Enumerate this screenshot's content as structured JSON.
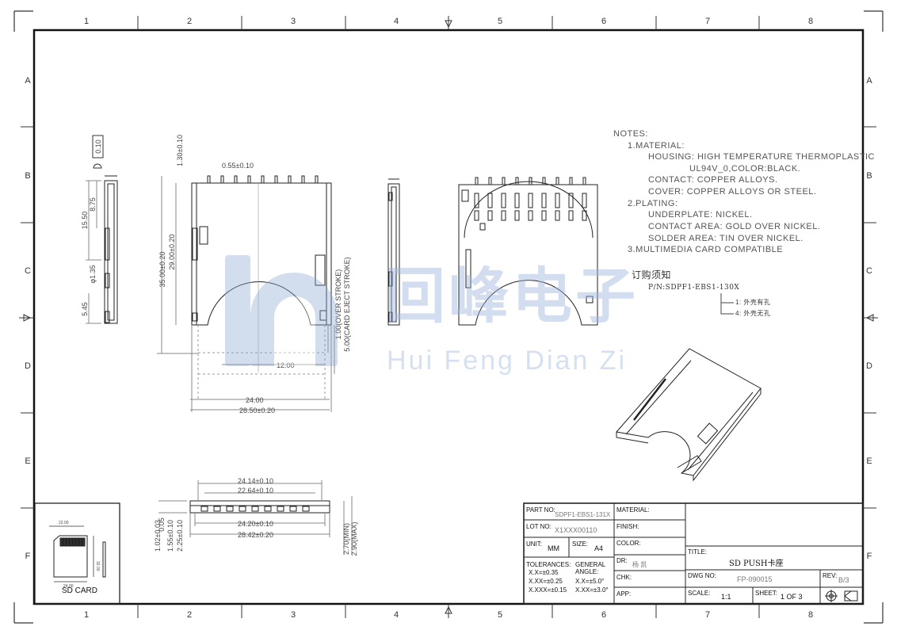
{
  "frame": {
    "col_labels": [
      "1",
      "2",
      "3",
      "4",
      "5",
      "6",
      "7",
      "8"
    ],
    "row_labels": [
      "A",
      "B",
      "C",
      "D",
      "E",
      "F"
    ]
  },
  "watermark": {
    "cn": "回峰电子",
    "en": "Hui Feng Dian Zi"
  },
  "notes": {
    "heading": "NOTES:",
    "lines": [
      "1.MATERIAL:",
      "HOUSING: HIGH TEMPERATURE THERMOPLASTIC",
      "UL94V_0,COLOR:BLACK.",
      "CONTACT: COPPER ALLOYS.",
      "COVER: COPPER ALLOYS OR STEEL.",
      "2.PLATING:",
      "UNDERPLATE: NICKEL.",
      "CONTACT AREA: GOLD OVER NICKEL.",
      "SOLDER AREA: TIN OVER NICKEL.",
      "3.MULTIMEDIA CARD COMPATIBLE"
    ]
  },
  "ordering": {
    "title": "订购须知",
    "pn": "P/N:SDPF1-EBS1-130X",
    "opt1": "1: 外壳有孔",
    "opt4": "4: 外壳无孔"
  },
  "dimensions": {
    "side_top": "0.10",
    "side_h1": "8.75",
    "side_h2": "15.50",
    "side_phi": "φ1.35",
    "side_h3": "5.45",
    "pitch": "0.55±0.10",
    "top_h": "1.30±0.10",
    "h35": "35.00±0.20",
    "h29": "29.00±0.20",
    "over_stroke": "1.00(OVER STROKE)",
    "eject_stroke": "5.00(CARD EJECT STROKE)",
    "w12": "12.00",
    "w24": "24.00",
    "w2850": "28.50±0.20",
    "f2414": "24.14±0.10",
    "f2264": "22.64±0.10",
    "f2420": "24.20±0.10",
    "f2842": "28.42±0.20",
    "f102": "1.02±0.03",
    "f005": "0.05",
    "f155": "1.55±0.10",
    "f225": "2.25±0.10",
    "f270": "2.70(MIN)",
    "f290": "2.90(MAX)"
  },
  "sd_card": {
    "label": "SD CARD",
    "d1": "22.00",
    "d2": "24.00",
    "d3": "32.00"
  },
  "title_block": {
    "part_no_label": "PART NO:",
    "part_no_value": "SDPF1-EBS1-131X",
    "lot_no_label": "LOT NO:",
    "lot_no_value": "X1XXX00110",
    "unit_label": "UNIT:",
    "unit_value": "MM",
    "size_label": "SIZE:",
    "size_value": "A4",
    "tol_label": "TOLERANCES:",
    "tol_lines": [
      "X.X=±0.35",
      "X.XX=±0.25",
      "X.XXX=±0.15"
    ],
    "gen_label": "GENERAL ANGLE:",
    "gen_lines": [
      "X.X=±5.0°",
      "X.XX=±3.0°"
    ],
    "material_label": "MATERIAL:",
    "finish_label": "FINISH:",
    "color_label": "COLOR:",
    "dr_label": "DR:",
    "dr_value": "杨 凯",
    "chk_label": "CHK:",
    "app_label": "APP:",
    "title_label": "TITLE:",
    "title_value": "SD PUSH卡座",
    "dwg_label": "DWG NO:",
    "dwg_value": "FP-090015",
    "rev_label": "REV:",
    "rev_value": "B/3",
    "scale_label": "SCALE:",
    "scale_value": "1:1",
    "sheet_label": "SHEET:",
    "sheet_value": "1 OF 3"
  }
}
